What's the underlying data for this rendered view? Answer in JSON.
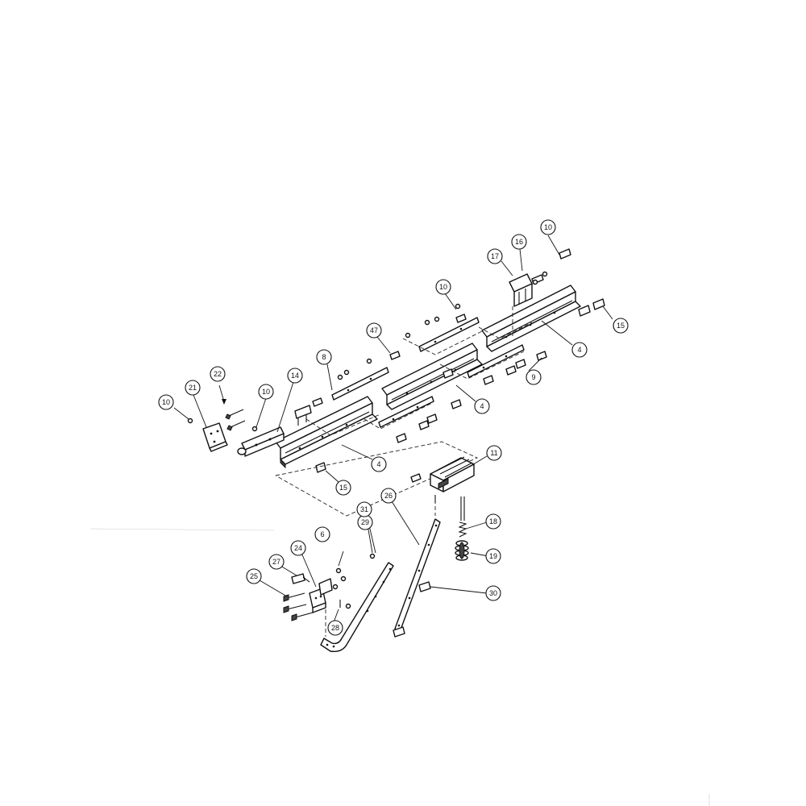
{
  "diagram": {
    "callouts": {
      "c10a": "10",
      "c16": "16",
      "c17": "17",
      "c10b": "10",
      "c47": "47",
      "c8": "8",
      "c14": "14",
      "c22": "22",
      "c21": "21",
      "c10c": "10",
      "c10d": "10",
      "c15a": "15",
      "c4a": "4",
      "c4b": "4",
      "c9": "9",
      "c4c": "4",
      "c15b": "15",
      "c11": "11",
      "c26": "26",
      "c29": "29",
      "c31": "31",
      "c6": "6",
      "c24": "24",
      "c27": "27",
      "c25": "25",
      "c18": "18",
      "c19": "19",
      "c30": "30",
      "c28": "28"
    }
  }
}
